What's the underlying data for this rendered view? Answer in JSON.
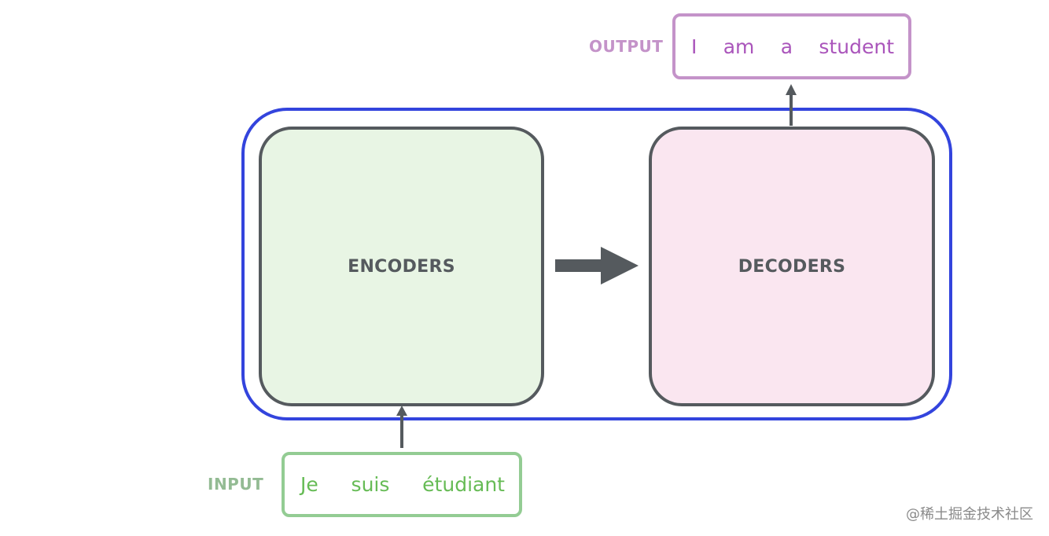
{
  "encoders": {
    "label": "ENCODERS"
  },
  "decoders": {
    "label": "DECODERS"
  },
  "input": {
    "label": "INPUT",
    "tokens": [
      "Je",
      "suis",
      "étudiant"
    ]
  },
  "output": {
    "label": "OUTPUT",
    "tokens": [
      "I",
      "am",
      "a",
      "student"
    ]
  },
  "watermark": "@稀土掘金技术社区",
  "colors": {
    "container_border": "#3344dd",
    "box_border": "#555a5e",
    "encoders_fill": "#e8f5e4",
    "decoders_fill": "#fae6f0",
    "input_accent": "#66bb55",
    "output_accent": "#aa55bb"
  }
}
